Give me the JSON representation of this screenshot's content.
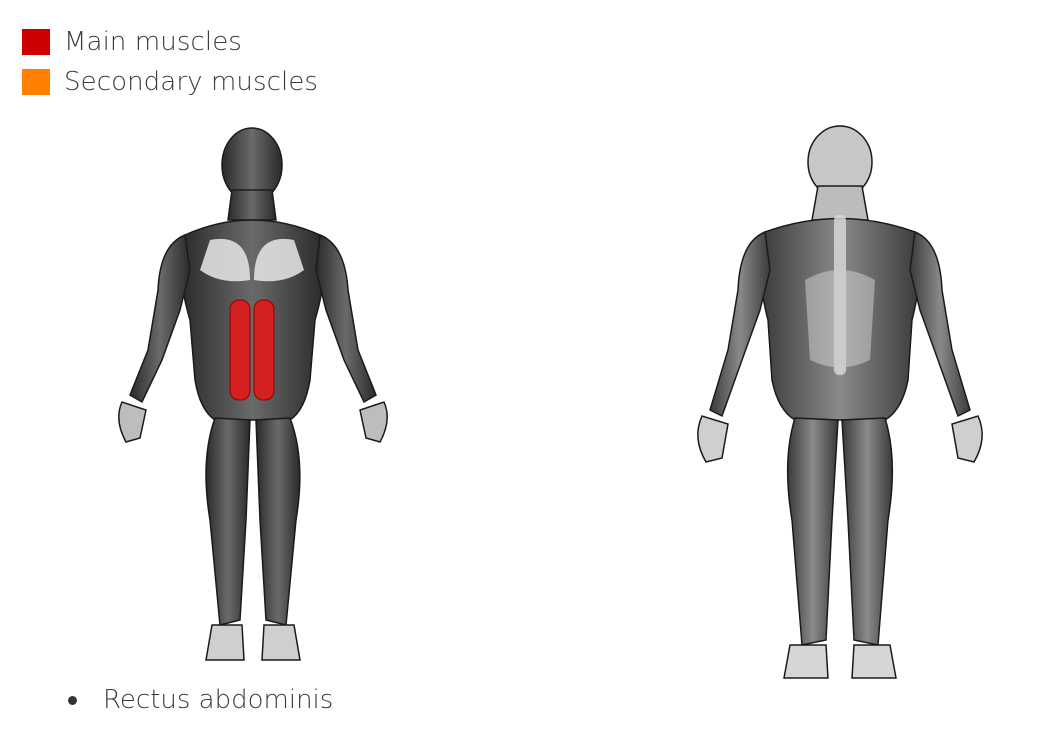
{
  "legend": {
    "main": {
      "label": "Main muscles",
      "color": "#cc0000"
    },
    "secondary": {
      "label": "Secondary muscles",
      "color": "#ff7f00"
    }
  },
  "figures": {
    "front": {
      "highlighted": [
        "Rectus abdominis"
      ],
      "icon": "human-body-front-icon"
    },
    "back": {
      "highlighted": [],
      "icon": "human-body-back-icon"
    }
  },
  "muscles": [
    {
      "name": "Rectus abdominis"
    }
  ]
}
